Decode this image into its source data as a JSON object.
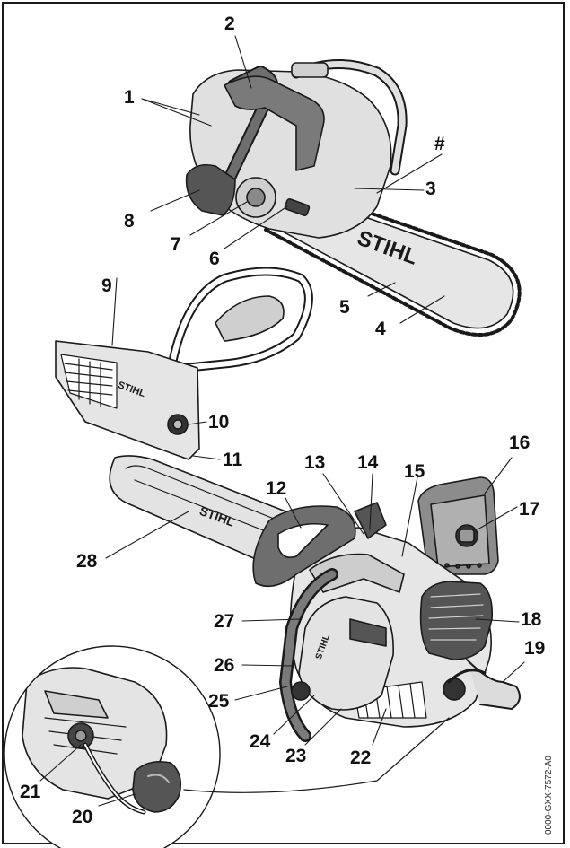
{
  "figure": {
    "brand_text": "STIHL",
    "reference_code": "0000-GXX-7572-A0",
    "callouts": [
      "1",
      "2",
      "#",
      "3",
      "8",
      "7",
      "6",
      "5",
      "4",
      "9",
      "10",
      "11",
      "16",
      "17",
      "13",
      "14",
      "15",
      "12",
      "28",
      "18",
      "27",
      "26",
      "19",
      "25",
      "24",
      "23",
      "22",
      "21",
      "20"
    ]
  },
  "colors": {
    "outline": "#1a1a1a",
    "body_light": "#d9d9d9",
    "body_mid": "#a6a6a6",
    "body_dark": "#5a5a5a",
    "bar": "#e3e3e3"
  }
}
